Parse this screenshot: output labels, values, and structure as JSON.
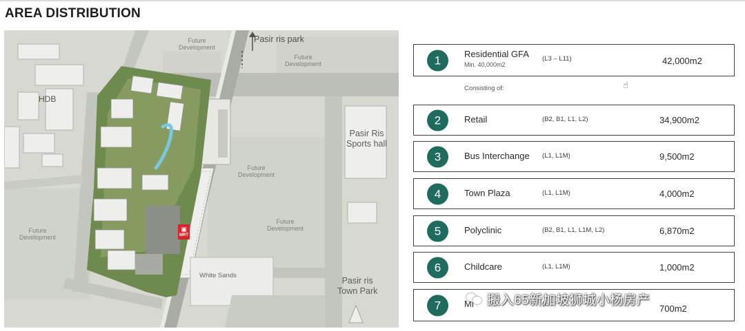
{
  "page": {
    "title": "AREA DISTRIBUTION"
  },
  "map": {
    "labels": {
      "future_top": "Future\nDevelopment",
      "future_top_right": "Future\nDevelopment",
      "future_center": "Future\nDevelopment",
      "future_center_right": "Future\nDevelopment",
      "future_left": "Future\nDevelopment",
      "hdb": "HDB",
      "sports_hall": "Pasir Ris\nSports hall",
      "white_sands": "White Sands",
      "town_park": "Pasir ris\nTown Park",
      "pasir_ris_park": "Pasir ris park",
      "mrt": "MRT"
    },
    "colors": {
      "background": "#d6d8d1",
      "road": "#bcbfb8",
      "building": "#eeeeec",
      "greenery": "#6f8a4e",
      "mrt_red": "#d8242b"
    }
  },
  "colors": {
    "circle": "#1f6b5e",
    "border": "#3f3f3f"
  },
  "consisting_label": "Consisting of:",
  "rows": [
    {
      "num": "1",
      "name": "Residential GFA",
      "sub": "Min. 40,000m2",
      "levels": "(L3 – L11)",
      "area": "42,000m2"
    },
    {
      "num": "2",
      "name": "Retail",
      "levels": "(B2, B1, L1, L2)",
      "area": "34,900m2"
    },
    {
      "num": "3",
      "name": "Bus Interchange",
      "levels": "(L1, L1M)",
      "area": "9,500m2"
    },
    {
      "num": "4",
      "name": "Town Plaza",
      "levels": "(L1, L1M)",
      "area": "4,000m2"
    },
    {
      "num": "5",
      "name": "Polyclinic",
      "levels": "(B2, B1, L1, L1M, L2)",
      "area": "6,870m2"
    },
    {
      "num": "6",
      "name": "Childcare",
      "levels": "(L1, L1M)",
      "area": "1,000m2"
    },
    {
      "num": "7",
      "name": "Mi",
      "levels": "(L",
      "area": "700m2"
    }
  ],
  "watermark": {
    "text": "搬入65新加坡狮城小杨房产"
  }
}
